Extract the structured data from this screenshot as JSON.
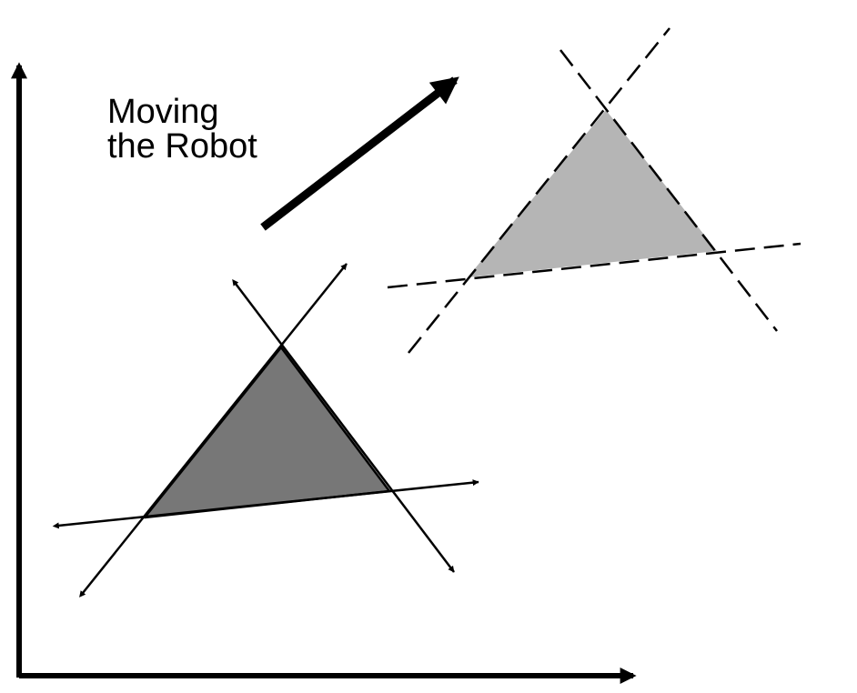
{
  "caption": {
    "line1": "Moving",
    "line2": "the Robot"
  },
  "colors": {
    "ink": "#000000",
    "robot_start_fill": "#777777",
    "robot_moved_fill": "#b5b5b5",
    "background": "#ffffff"
  },
  "icons": {
    "axes": "arrow",
    "motion": "arrow",
    "constraint_lines_start": "double-headed-arrow",
    "constraint_lines_moved": "dashed-line"
  }
}
